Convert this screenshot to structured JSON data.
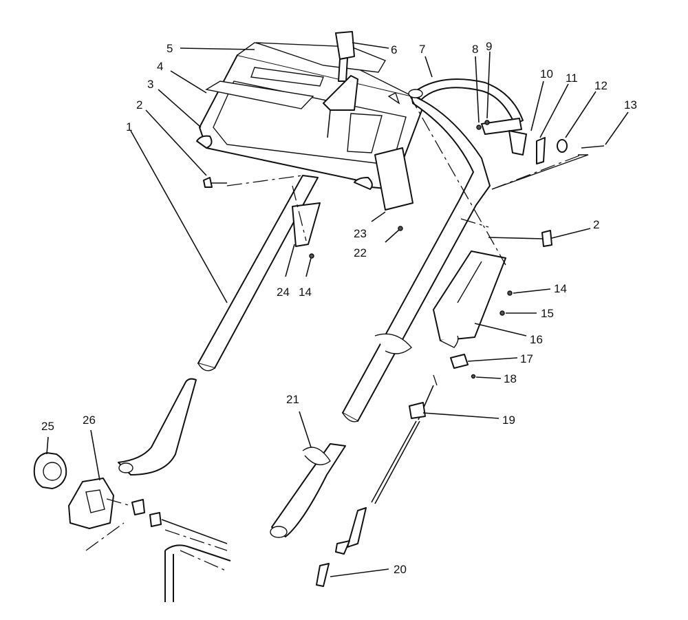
{
  "callouts": {
    "c1": "1",
    "c2a": "2",
    "c2b": "2",
    "c3": "3",
    "c4": "4",
    "c5": "5",
    "c6": "6",
    "c7": "7",
    "c8": "8",
    "c9": "9",
    "c10": "10",
    "c11": "11",
    "c12": "12",
    "c13": "13",
    "c14a": "14",
    "c14b": "14",
    "c15": "15",
    "c16": "16",
    "c17": "17",
    "c18": "18",
    "c19": "19",
    "c20": "20",
    "c21": "21",
    "c22": "22",
    "c23": "23",
    "c24": "24",
    "c25": "25",
    "c26": "26"
  }
}
